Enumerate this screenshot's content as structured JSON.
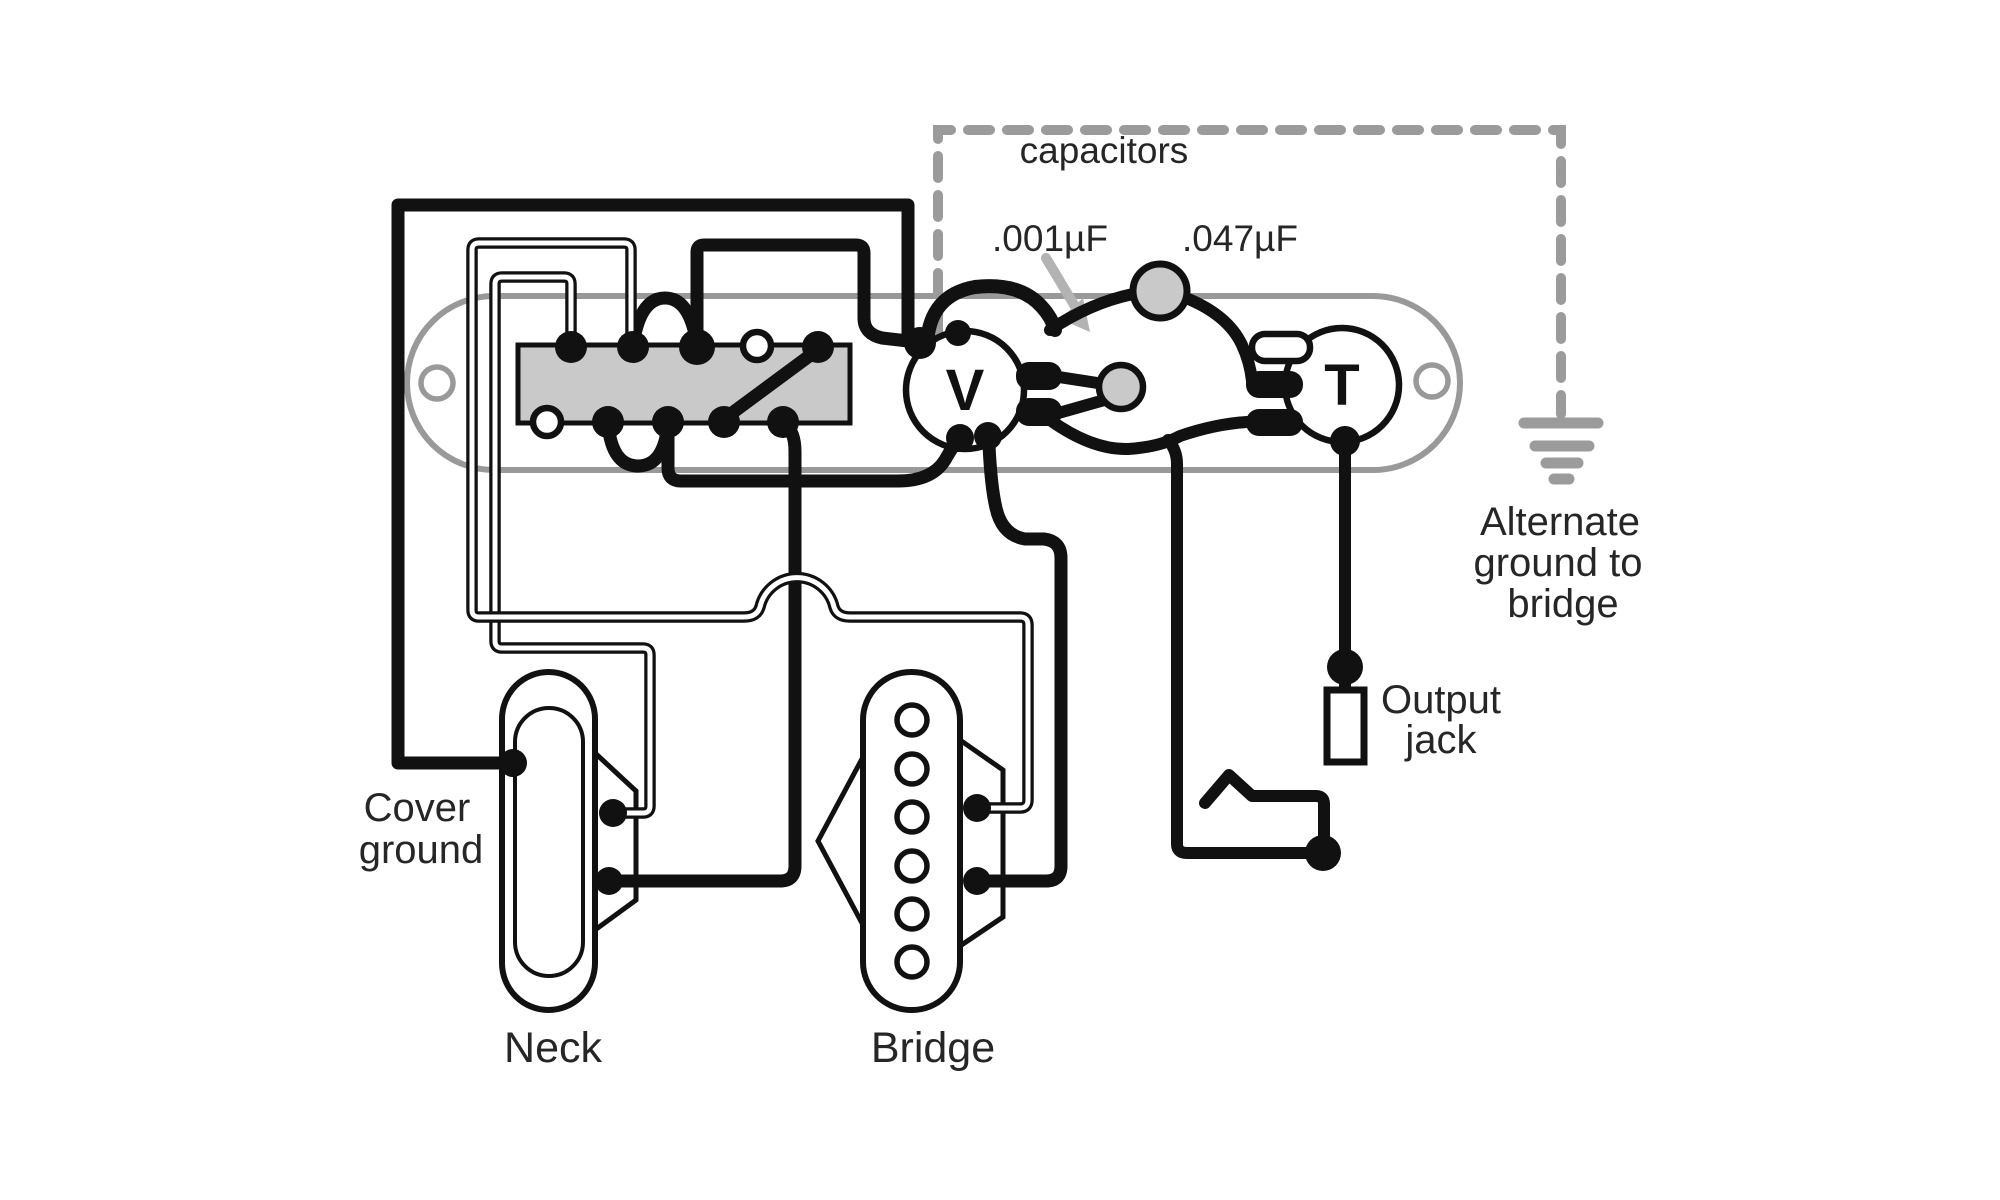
{
  "diagram": {
    "type": "guitar-wiring-diagram",
    "labels": {
      "capacitors_title": "capacitors",
      "cap_small_value": ".001µF",
      "cap_large_value": ".047µF",
      "volume_pot": "V",
      "tone_pot": "T",
      "cover_ground": [
        "Cover",
        "ground"
      ],
      "neck_pickup": "Neck",
      "bridge_pickup": "Bridge",
      "output_jack": [
        "Output",
        "jack"
      ],
      "alternate_ground": [
        "Alternate",
        "ground to",
        "bridge"
      ]
    },
    "colors": {
      "wire_black": "#111111",
      "plate_gray": "#999999",
      "dashed_gray": "#9b9b9b",
      "arrow_gray": "#b3b3b3",
      "component_fill_gray": "#c9c9c9",
      "text": "#262626",
      "background": "#ffffff"
    }
  }
}
